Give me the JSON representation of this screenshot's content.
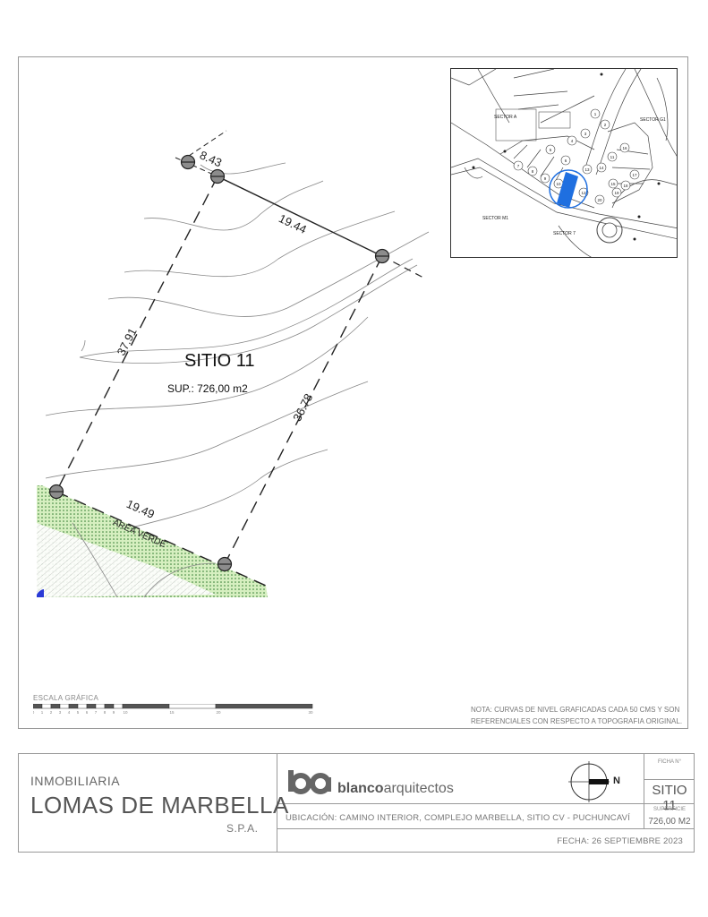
{
  "plan": {
    "lot_name": "SITIO 11",
    "lot_area": "SUP.: 726,00 m2",
    "dimensions": {
      "top_short": "8.43",
      "top": "19.44",
      "left": "37.91",
      "right": "36.78",
      "bottom": "19.49"
    },
    "green_area_label": "AREA VERDE"
  },
  "inset_map": {
    "sectors": {
      "a": "SECTOR A",
      "g1": "SECTOR G1",
      "m1": "SECTOR M1",
      "s7": "SECTOR 7"
    },
    "lots": [
      "1",
      "2",
      "3",
      "4",
      "5",
      "6",
      "7",
      "8",
      "9",
      "10",
      "11",
      "12",
      "13",
      "14",
      "15",
      "16",
      "17",
      "18",
      "19",
      "20"
    ],
    "highlight_color": "#1f6fe0"
  },
  "scale": {
    "title": "ESCALA GRÁFICA",
    "ticks": [
      "0",
      "1",
      "2",
      "3",
      "4",
      "5",
      "6",
      "7",
      "8",
      "9",
      "10",
      "15",
      "20",
      "30"
    ]
  },
  "note": "NOTA: CURVAS DE NIVEL GRAFICADAS CADA 50 CMS Y SON REFERENCIALES CON RESPECTO A TOPOGRAFIA ORIGINAL.",
  "title_block": {
    "company_small": "INMOBILIARIA",
    "company_big": "LOMAS DE MARBELLA",
    "company_suffix": "S.P.A.",
    "architect_bold": "blanco",
    "architect_regular": "arquitectos",
    "north": "N",
    "ficha_label": "FICHA N°",
    "ficha_value": "SITIO 11",
    "superficie_label": "SUPERFICIE",
    "superficie_value": "726,00 M2",
    "ubicacion": "UBICACIÓN: CAMINO INTERIOR, COMPLEJO MARBELLA, SITIO CV - PUCHUNCAVÍ",
    "fecha": "FECHA: 26 SEPTIEMBRE 2023"
  }
}
